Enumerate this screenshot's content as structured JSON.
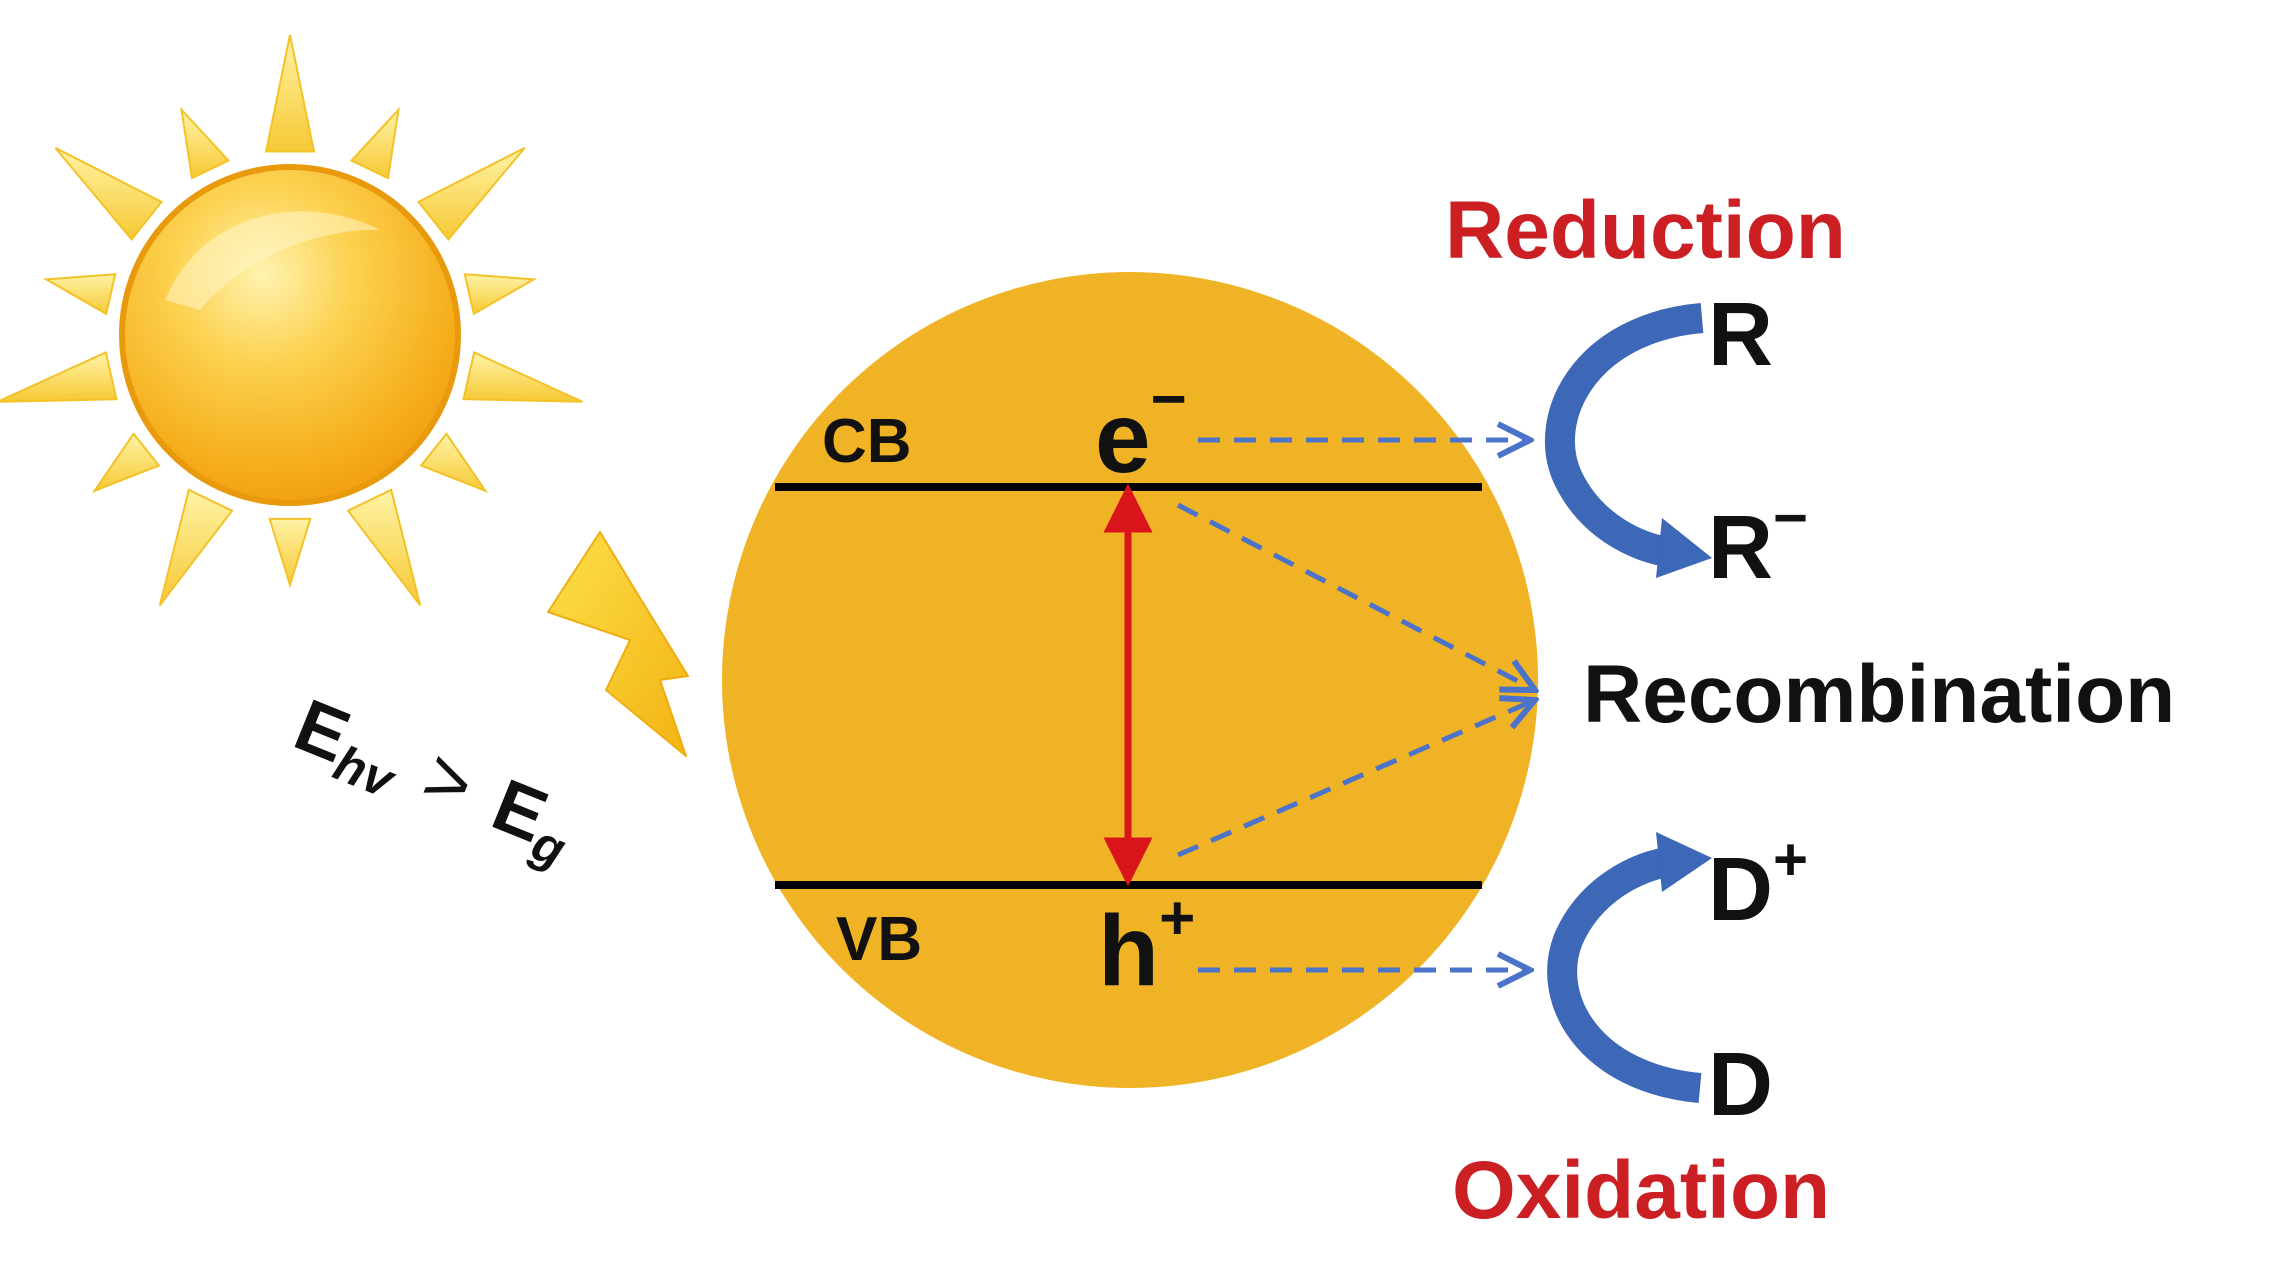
{
  "colors": {
    "sun_core": "#f7b21c",
    "sun_highlight": "#fde58a",
    "sun_ray": "#f8d548",
    "particle": "#f0b325",
    "band_line": "#000000",
    "excitation_arrow": "#d9141a",
    "electron_path": "#4a73c9",
    "curved_arrow": "#3d67b7",
    "process_label": "#cc1f24",
    "text": "#111111"
  },
  "icons": {
    "sun": "sun-icon",
    "lightning": "lightning-bolt-icon"
  },
  "energy_condition": {
    "e_symbol": "E",
    "hv_subscript": "hv",
    "relation": ">",
    "gap_symbol": "E",
    "gap_subscript": "g"
  },
  "bands": {
    "conduction": "CB",
    "valence": "VB"
  },
  "carriers": {
    "electron": "e",
    "electron_charge": "−",
    "hole": "h",
    "hole_charge": "+"
  },
  "processes": {
    "reduction": "Reduction",
    "recombination": "Recombination",
    "oxidation": "Oxidation"
  },
  "species": {
    "reductant_before": "R",
    "reductant_after": "R",
    "reductant_after_charge": "−",
    "donor_after": "D",
    "donor_after_charge": "+",
    "donor_before": "D"
  }
}
